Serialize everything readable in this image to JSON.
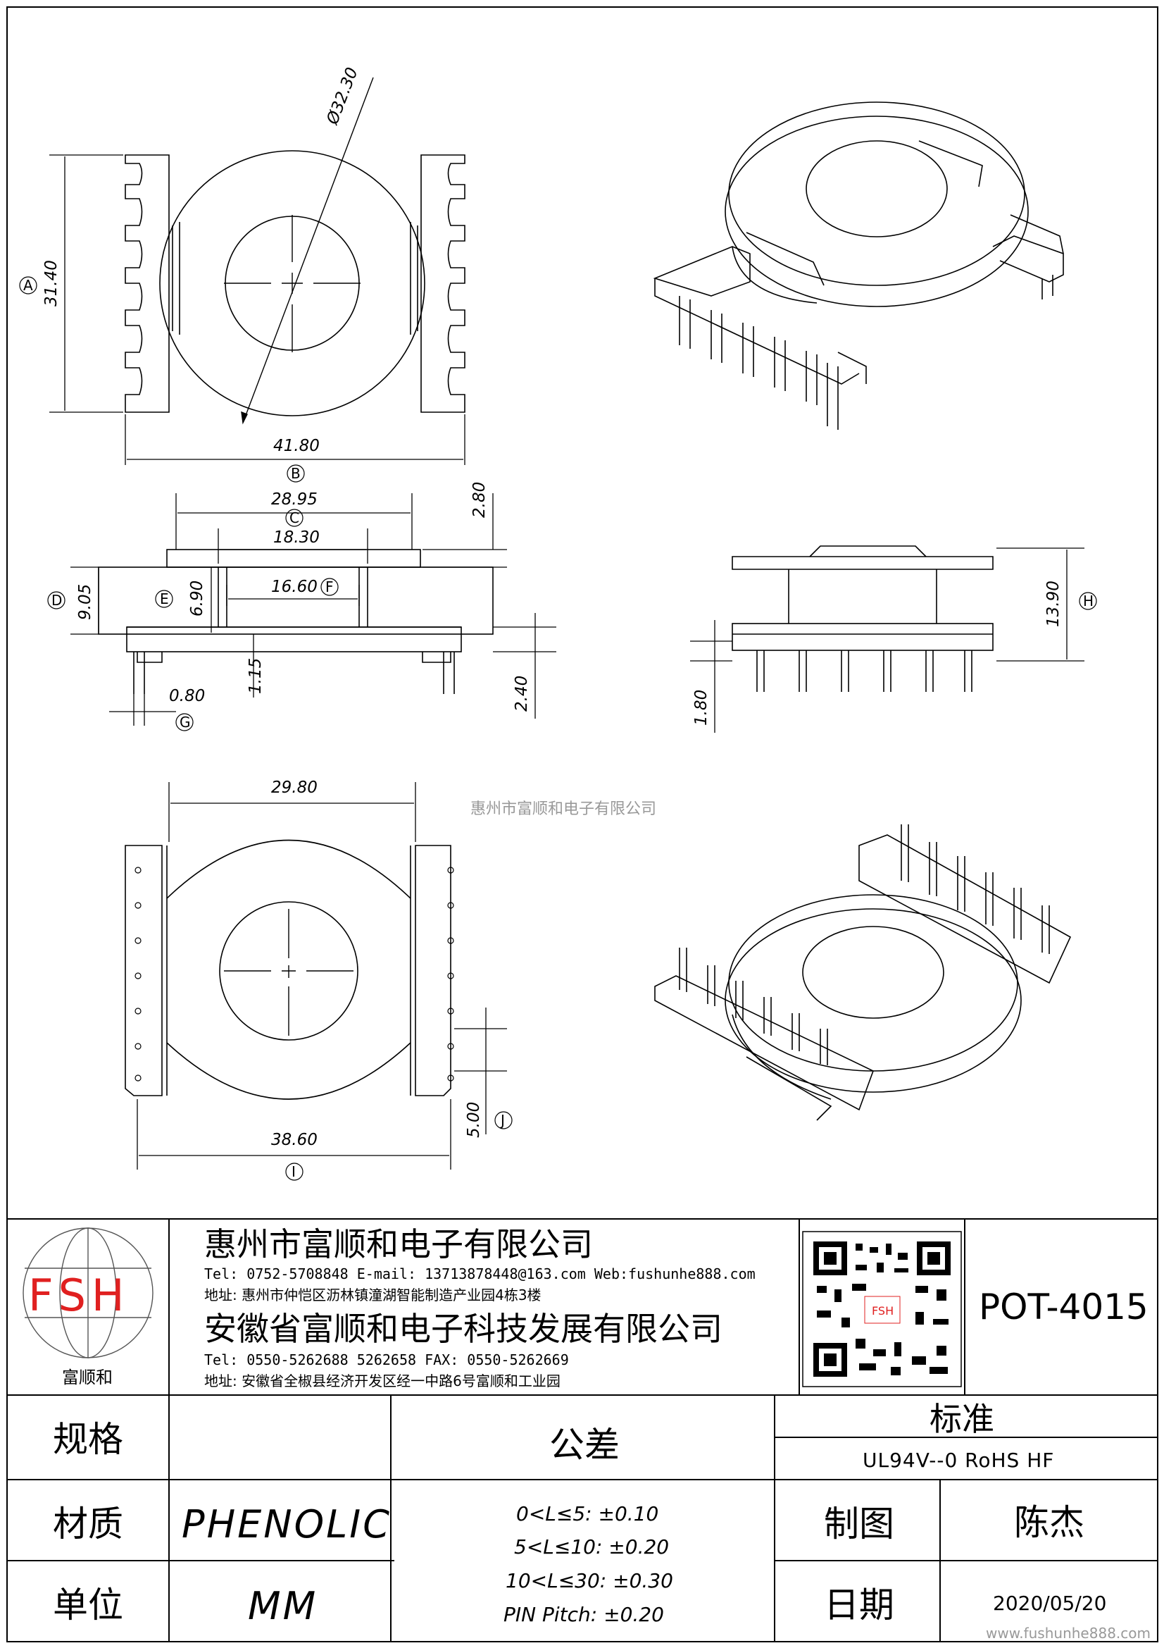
{
  "drawing": {
    "top_view": {
      "diameter": "Ø32.30",
      "height": "31.40",
      "height_ref": "A",
      "width": "41.80",
      "width_ref": "B"
    },
    "side_view": {
      "flange_width": "28.95",
      "flange_ref": "C",
      "inner_width": "18.30",
      "core_width": "16.60",
      "core_ref": "F",
      "total_height": "9.05",
      "total_ref": "D",
      "core_height": "6.90",
      "core_height_ref": "E",
      "flange_thk": "2.80",
      "pin_offset": "1.15",
      "pin_width": "0.80",
      "pin_width_ref": "G",
      "pin_stand": "2.40"
    },
    "front_view": {
      "height": "13.90",
      "height_ref": "H",
      "pin_len": "1.80"
    },
    "bottom_view": {
      "inner_width": "29.80",
      "total_width": "38.60",
      "total_ref": "I",
      "pin_pitch": "5.00",
      "pitch_ref": "J"
    },
    "watermark": "惠州市富顺和电子有限公司"
  },
  "title_block": {
    "logo_text": "FSH",
    "logo_sub": "富顺和",
    "company1": "惠州市富顺和电子有限公司",
    "company1_contact": "Tel:  0752-5708848   E-mail: 13713878448@163.com   Web:fushunhe888.com",
    "company1_address": "地址:  惠州市仲恺区沥林镇潼湖智能制造产业园4栋3楼",
    "company2": "安徽省富顺和电子科技发展有限公司",
    "company2_contact": "Tel:   0550-5262688   5262658       FAX:  0550-5262669",
    "company2_address": "地址:  安徽省全椒县经济开发区经一中路6号富顺和工业园",
    "qr_label": "FSH",
    "model": "POT-4015",
    "spec_label": "规格",
    "spec_value": "",
    "tolerance_label": "公差",
    "standard_label": "标准",
    "standard_value": "UL94V--0  RoHS HF",
    "material_label": "材质",
    "material_value": "PHENOLIC",
    "tolerance_1": "0<L≤5: ±0.10",
    "tolerance_2": "5<L≤10: ±0.20",
    "tolerance_3": "10<L≤30: ±0.30",
    "tolerance_4": "PIN Pitch: ±0.20",
    "drawn_label": "制图",
    "drawn_value": "陈杰",
    "unit_label": "单位",
    "unit_value": "MM",
    "date_label": "日期",
    "date_value": "2020/05/20",
    "site_watermark": "www.fushunhe888.com"
  },
  "colors": {
    "line": "#000000",
    "logo_red": "#e02020",
    "paper": "#ffffff",
    "watermark": "#999999"
  }
}
